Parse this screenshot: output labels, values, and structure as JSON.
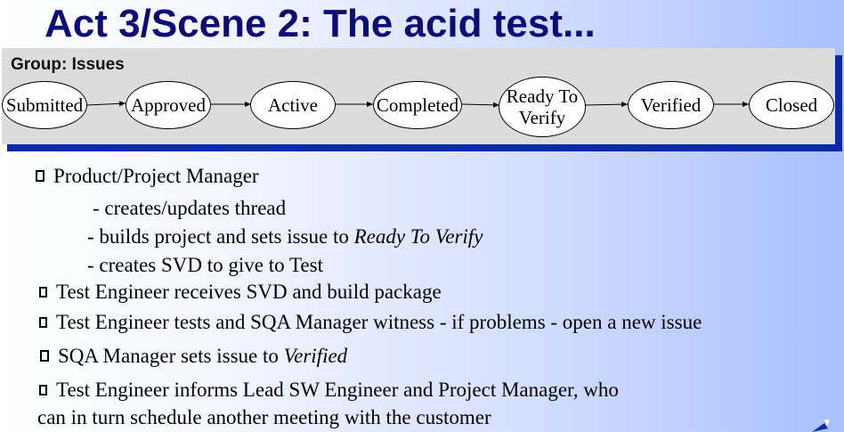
{
  "slide": {
    "title": "Act 3/Scene 2: The acid test..."
  },
  "flow": {
    "group_label": "Group: Issues",
    "states": [
      "Submitted",
      "Approved",
      "Active",
      "Completed",
      "Ready To Verify",
      "Verified",
      "Closed"
    ],
    "ready_line1": "Ready To",
    "ready_line2": "Verify"
  },
  "bullets": {
    "pm_heading": "Product/Project Manager",
    "pm_sub1": "- creates/updates thread",
    "pm_sub2_prefix": "- builds project and sets issue to ",
    "pm_sub2_italic": "Ready To Verify",
    "pm_sub3": "- creates SVD to give to Test",
    "b2": "Test Engineer receives SVD and build package",
    "b3": "Test Engineer tests and SQA Manager witness - if problems - open a new issue",
    "b4_prefix": "SQA Manager sets issue to ",
    "b4_italic": "Verified",
    "b5_line1": "Test Engineer informs Lead SW Engineer and Project Manager, who",
    "b5_line2": "can in turn schedule another meeting with the customer"
  },
  "colors": {
    "title": "#0b0c7a",
    "panel": "#dcdcdc",
    "panel_shadow": "#0b2aa6"
  }
}
